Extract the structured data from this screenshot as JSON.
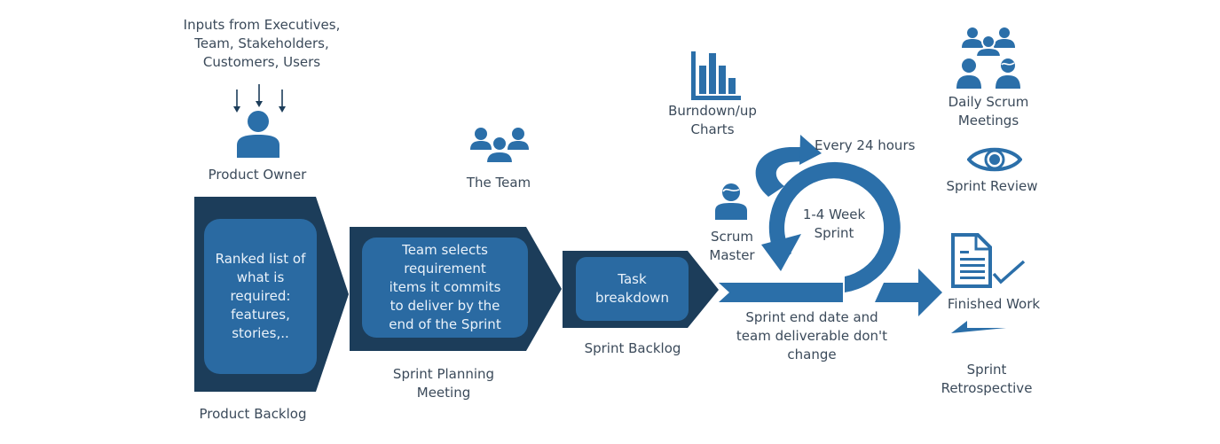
{
  "colors": {
    "dark_navy": "#1c3d5a",
    "inner_blue": "#2a6aa2",
    "icon_blue": "#2b6fa9",
    "text": "#3b4a5a"
  },
  "inputs": {
    "text": "Inputs from Executives,\nTeam, Stakeholders,\nCustomers, Users",
    "icon": "down-arrows-icon"
  },
  "product_owner": {
    "label": "Product Owner",
    "icon": "person-icon"
  },
  "product_backlog": {
    "box_text": "Ranked list of\nwhat is\nrequired:\nfeatures,\nstories,..",
    "label": "Product Backlog"
  },
  "team": {
    "label": "The Team",
    "icon": "group-icon"
  },
  "sprint_planning": {
    "box_text": "Team selects\nrequirement\nitems it commits\nto deliver by the\nend of the Sprint",
    "label": "Sprint Planning\nMeeting"
  },
  "sprint_backlog": {
    "box_text": "Task\nbreakdown",
    "label": "Sprint Backlog"
  },
  "burndown": {
    "label": "Burndown/up\nCharts",
    "icon": "bar-chart-icon"
  },
  "scrum_master": {
    "label": "Scrum\nMaster",
    "icon": "person-icon"
  },
  "sprint_cycle": {
    "daily_label": "Every 24 hours",
    "sprint_label": "1-4 Week\nSprint",
    "note": "Sprint end date and\nteam deliverable don't\nchange"
  },
  "daily_scrum": {
    "label": "Daily Scrum\nMeetings",
    "icon": "meeting-icon"
  },
  "sprint_review": {
    "label": "Sprint Review",
    "icon": "eye-icon"
  },
  "finished_work": {
    "label": "Finished Work",
    "icon": "document-check-icon"
  },
  "sprint_retrospective": {
    "label": "Sprint\nRetrospective",
    "icon": "return-arrow-icon"
  }
}
